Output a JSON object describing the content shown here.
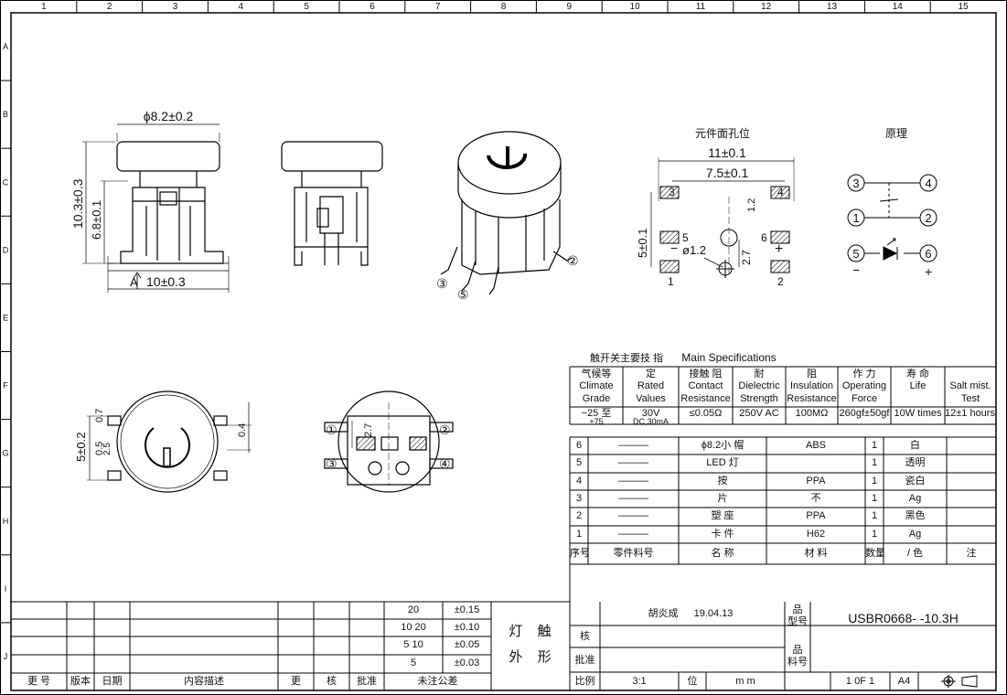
{
  "sheet": {
    "columns": [
      "1",
      "2",
      "3",
      "4",
      "5",
      "6",
      "7",
      "8",
      "9",
      "10",
      "11",
      "12",
      "13",
      "14",
      "15"
    ],
    "rows": [
      "A",
      "B",
      "C",
      "D",
      "E",
      "F",
      "G",
      "H",
      "I",
      "J"
    ]
  },
  "views": {
    "front": {
      "dim_width": "ϕ8.2±0.2",
      "dim_height": "10.3±0.3",
      "dim_inner": "6.8±0.1",
      "dim_base": "10±0.3",
      "section_mark": "A"
    },
    "iso": {
      "pins": [
        "③",
        "⑤",
        "②"
      ]
    },
    "top": {
      "dim_left": "5±0.2",
      "dim_a": "0.7",
      "dim_b": "0.5",
      "dim_c": "2.5",
      "dim_right": "0.4"
    },
    "bottom": {
      "pins": [
        "①",
        "②",
        "③",
        "④"
      ],
      "dim": "2.7"
    }
  },
  "pcb": {
    "title": "元件面孔位",
    "dim_total": "11±0.1",
    "dim_mid": "7.5±0.1",
    "dim_left": "5±0.1",
    "dim_hole": "ø1.2",
    "dim_offset": "2.7",
    "dim_pad": "1.2",
    "pad_labels": [
      "3",
      "4",
      "5",
      "6",
      "1",
      "2"
    ],
    "minus": "−",
    "plus": "+"
  },
  "principle": {
    "title": "原理",
    "pins": [
      "3",
      "4",
      "1",
      "2",
      "5",
      "6"
    ],
    "minus": "−",
    "plus": "+"
  },
  "specs": {
    "title_cn": "触开关主要技 指",
    "title_en": "Main Specifications",
    "headers": [
      {
        "cn": "气候等",
        "en": "Climate",
        "en2": "Grade"
      },
      {
        "cn": "定",
        "en": "Rated",
        "en2": "Values"
      },
      {
        "cn": "接触 阻",
        "en": "Contact",
        "en2": "Resistance"
      },
      {
        "cn": "耐",
        "en": "Dielectric",
        "en2": "Strength"
      },
      {
        "cn": "阻",
        "en": "Insulation",
        "en2": "Resistance"
      },
      {
        "cn": "作 力",
        "en": "Operating",
        "en2": "Force"
      },
      {
        "cn": "寿 命",
        "en": "Life",
        "en2": ""
      },
      {
        "cn": "",
        "en": "Salt mist.",
        "en2": "Test"
      }
    ],
    "values": [
      {
        "a": "−25 至",
        "b": "+75"
      },
      {
        "a": "30V",
        "b": "DC,30mA"
      },
      {
        "a": "≤0.05Ω",
        "b": ""
      },
      {
        "a": "250V AC",
        "b": ""
      },
      {
        "a": "100MΩ",
        "b": ""
      },
      {
        "a": "260gf±50gf",
        "b": ""
      },
      {
        "a": "10W times",
        "b": ""
      },
      {
        "a": "12±1 hours.",
        "b": ""
      }
    ]
  },
  "bom": {
    "rows": [
      {
        "no": "6",
        "part": "———",
        "name": "ϕ8.2小 帽",
        "material": "ABS",
        "qty": "1",
        "color": "白",
        "note": ""
      },
      {
        "no": "5",
        "part": "———",
        "name": "LED 灯",
        "material": "",
        "qty": "1",
        "color": "透明",
        "note": ""
      },
      {
        "no": "4",
        "part": "———",
        "name": "按",
        "material": "PPA",
        "qty": "1",
        "color": "瓷白",
        "note": ""
      },
      {
        "no": "3",
        "part": "———",
        "name": "片",
        "material": "不",
        "qty": "1",
        "color": "Ag",
        "note": ""
      },
      {
        "no": "2",
        "part": "———",
        "name": "塑 座",
        "material": "PPA",
        "qty": "1",
        "color": "黑色",
        "note": ""
      },
      {
        "no": "1",
        "part": "———",
        "name": "卡 件",
        "material": "H62",
        "qty": "1",
        "color": "Ag",
        "note": ""
      }
    ],
    "headers": {
      "no": "序号",
      "part": "零件料号",
      "name": "名 称",
      "material": "材 料",
      "qty": "数量",
      "color": "/ 色",
      "note": "注"
    }
  },
  "tolerance": {
    "rows": [
      {
        "range": "20",
        "tol": "±0.15"
      },
      {
        "range": "10  20",
        "tol": "±0.10"
      },
      {
        "range": "5  10",
        "tol": "±0.05"
      },
      {
        "range": "5",
        "tol": "±0.03"
      }
    ],
    "label": "未注公差"
  },
  "revision": {
    "headers": [
      "更 号",
      "版本",
      "日期",
      "内容描述",
      "更",
      "核",
      "批准"
    ]
  },
  "title_block": {
    "name_line1": "灯 触",
    "name_line2": "外 形",
    "designer": "胡炎成",
    "date": "19.04.13",
    "check_label": "核",
    "approve_label": "批准",
    "model_label": "品\n型号",
    "model_label_a": "品",
    "model_label_b": "型号",
    "model": "USBR0668-  -10.3H",
    "part_label_a": "品",
    "part_label_b": "料号",
    "scale_label": "比例",
    "scale": "3:1",
    "unit_label": "位",
    "unit": "m m",
    "sheet": "1 0F 1",
    "size": "A4"
  }
}
